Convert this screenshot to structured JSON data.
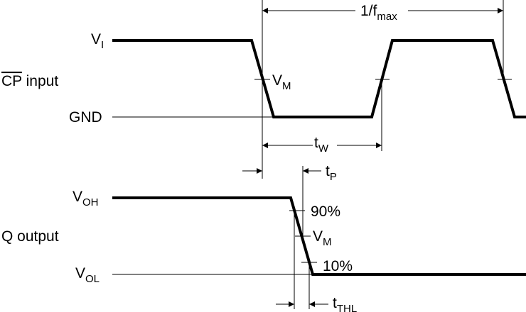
{
  "signals": {
    "cp_input": {
      "name_base": "CP",
      "name_suffix": " input",
      "high_level": {
        "base": "V",
        "sub": "I"
      },
      "low_level": "GND",
      "threshold": {
        "base": "V",
        "sub": "M"
      }
    },
    "q_output": {
      "name": "Q output",
      "high_level": {
        "base": "V",
        "sub": "OH"
      },
      "low_level": {
        "base": "V",
        "sub": "OL"
      },
      "threshold": {
        "base": "V",
        "sub": "M"
      },
      "pct_high": "90%",
      "pct_low": "10%"
    }
  },
  "timing": {
    "period": {
      "base": "1/f",
      "sub": "max"
    },
    "pulse_width": {
      "base": "t",
      "sub": "W"
    },
    "propagation": {
      "base": "t",
      "sub": "P"
    },
    "transition": {
      "base": "t",
      "sub": "THL"
    }
  }
}
